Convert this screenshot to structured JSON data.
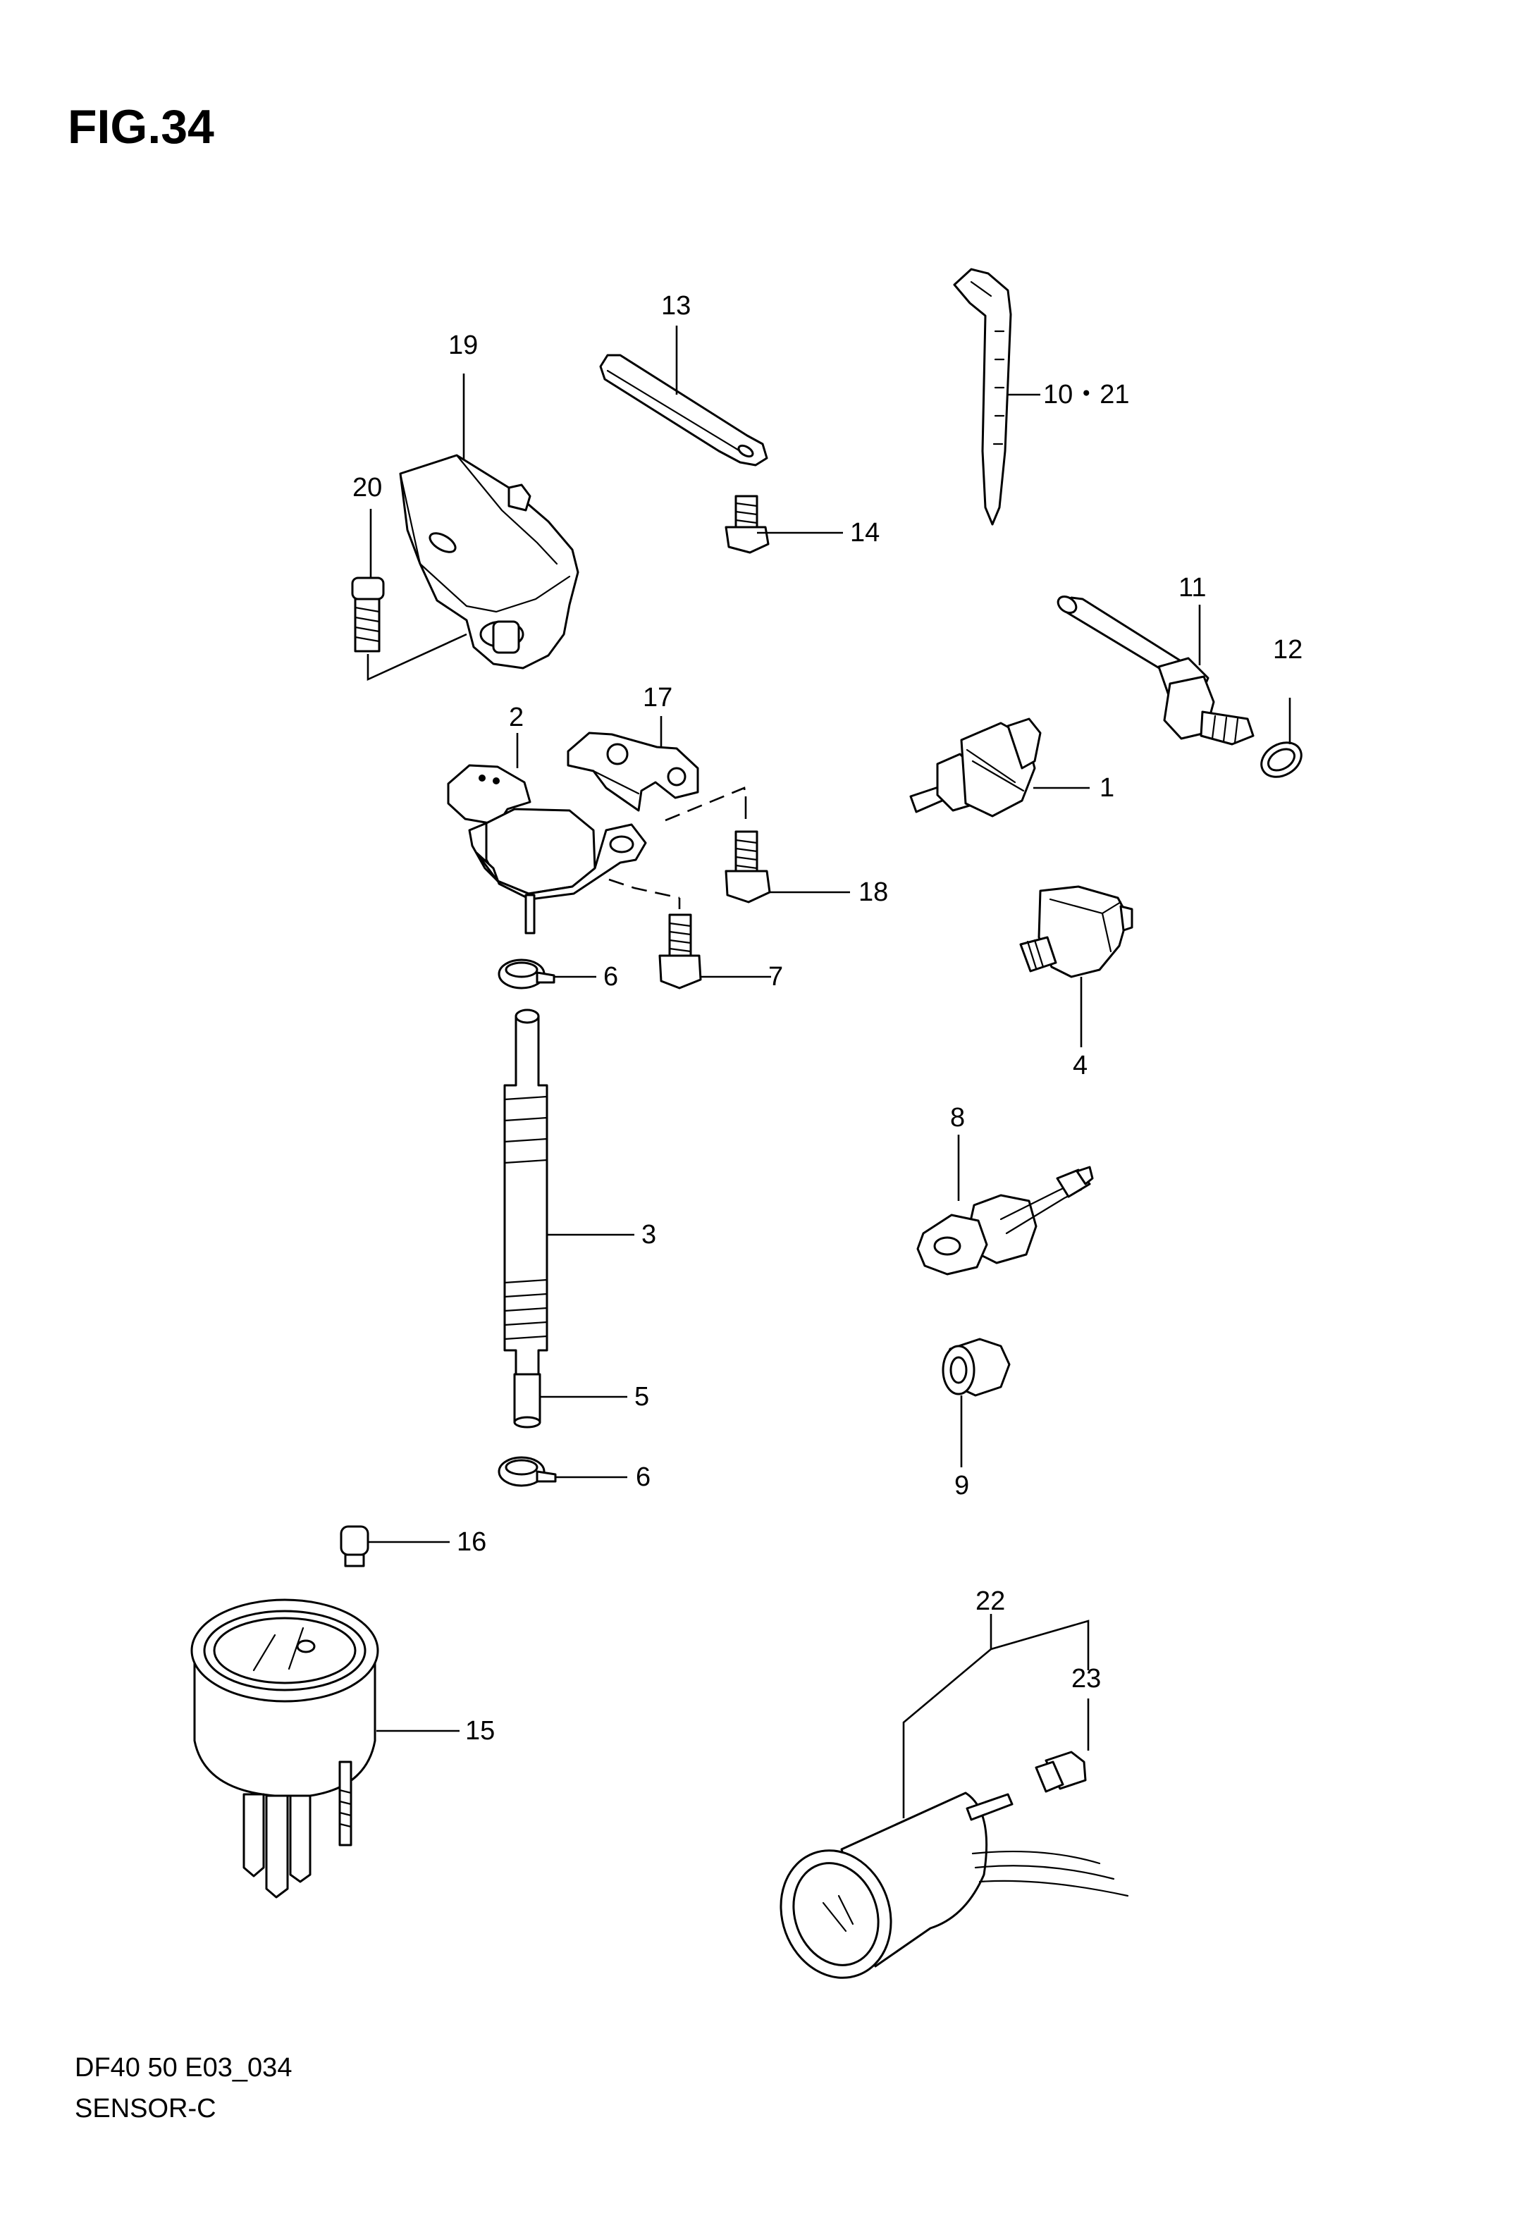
{
  "figure": {
    "title": "FIG.34"
  },
  "callouts": {
    "c1": "1",
    "c2": "2",
    "c3": "3",
    "c4": "4",
    "c5": "5",
    "c6a": "6",
    "c6b": "6",
    "c7": "7",
    "c8": "8",
    "c9": "9",
    "c10_21": "10・21",
    "c11": "11",
    "c12": "12",
    "c13": "13",
    "c14": "14",
    "c15": "15",
    "c16": "16",
    "c17": "17",
    "c18": "18",
    "c19": "19",
    "c20": "20",
    "c22": "22",
    "c23": "23"
  },
  "footer": {
    "model_code": "DF40 50 E03_034",
    "section_name": "SENSOR-C"
  }
}
